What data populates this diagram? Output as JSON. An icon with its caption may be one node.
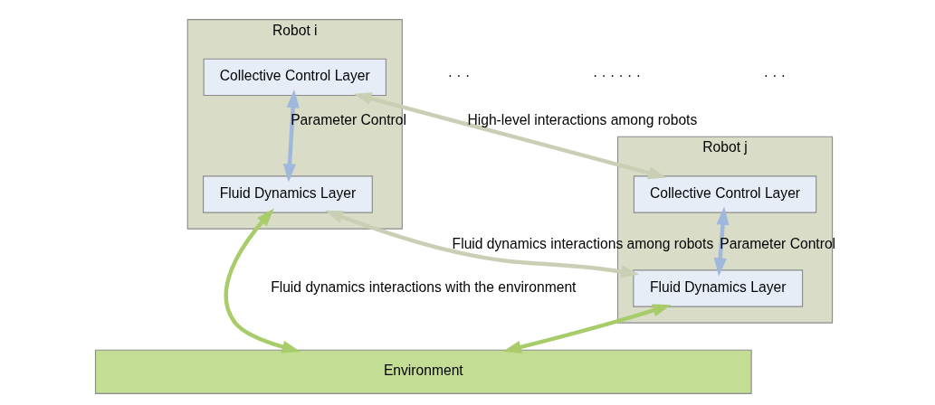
{
  "diagram": {
    "nodes": [
      {
        "text": [
          "Robot i"
        ]
      },
      {
        "text": [
          "Collective Control Layer"
        ],
        "in": 0
      },
      {
        "text": [
          "Fluid Dynamics Layer"
        ],
        "in": 0
      },
      {
        "text": [
          "Robot j"
        ]
      },
      {
        "text": [
          "Collective Control Layer"
        ],
        "in": 3
      },
      {
        "text": [
          "Fluid Dynamics Layer"
        ],
        "in": 3
      },
      {
        "text": [
          "Environment"
        ]
      }
    ],
    "edges": [
      {
        "from": 1,
        "to": 4,
        "arrow": "both",
        "label": "High-level interactions among robots",
        "color": "#c9cfb5"
      },
      {
        "from": 1,
        "to": 2,
        "arrow": "both",
        "label": "Parameter Control",
        "color": "#9fb8db"
      },
      {
        "from": 4,
        "to": 5,
        "arrow": "both",
        "label": "Parameter Control",
        "color": "#9fb8db"
      },
      {
        "from": 2,
        "to": 5,
        "arrow": "both",
        "label": "Fluid dynamics interactions among robots",
        "color": "#c9cfb5"
      },
      {
        "from": 2,
        "to": 6,
        "arrow": "both",
        "color": "#a8cc6a"
      },
      {
        "from": 5,
        "to": 6,
        "arrow": "both",
        "color": "#a8cc6a"
      }
    ],
    "labels": [
      "· · ·",
      "· · · · · ·",
      "· · ·",
      "Fluid dynamics interactions with the environment"
    ]
  }
}
